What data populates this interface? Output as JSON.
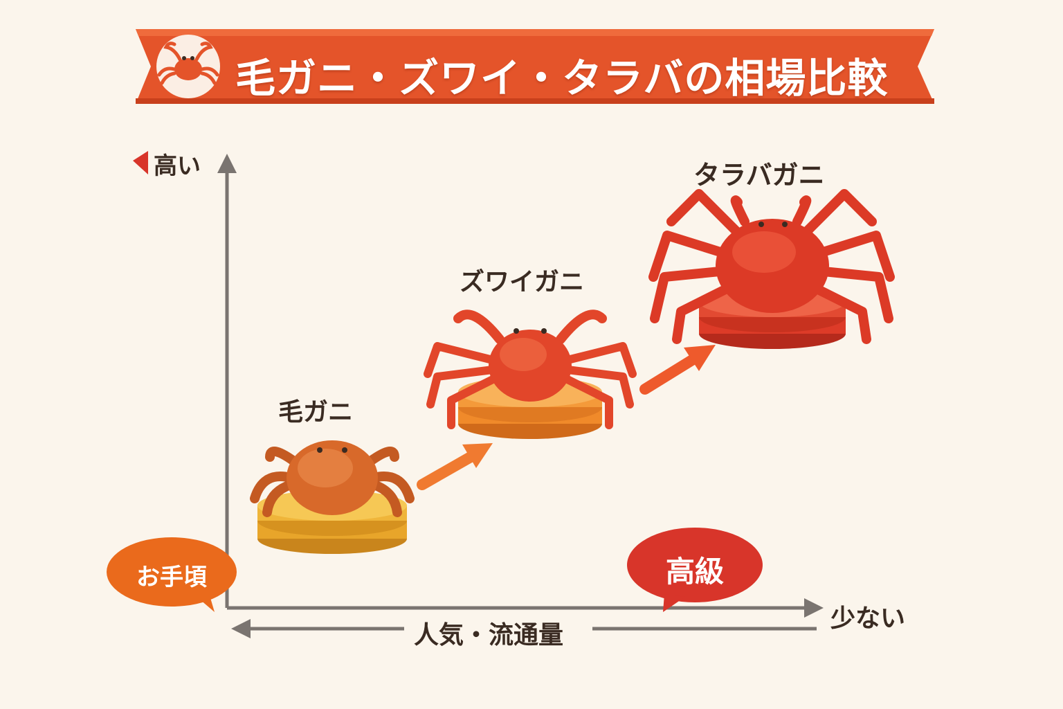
{
  "title": "毛ガニ・ズワイ・タラバの相場比較",
  "y_axis": {
    "top_label": "高い"
  },
  "x_axis": {
    "right_label": "少ない",
    "caption": "人気・流通量"
  },
  "bubbles": {
    "left": "お手頃",
    "right": "高級"
  },
  "items": [
    {
      "name": "毛ガニ",
      "rank": 1
    },
    {
      "name": "ズワイガニ",
      "rank": 2
    },
    {
      "name": "タラバガニ",
      "rank": 3
    }
  ],
  "colors": {
    "banner": "#e4542a",
    "banner_dark": "#c8401c",
    "axis": "#7a7470",
    "arrow": "#ee6a2c",
    "bubble_left": "#ea6a1c",
    "bubble_right": "#d8352a",
    "coin_gold": "#e8a52a",
    "coin_orange": "#f08a2a",
    "coin_red": "#dd3b28",
    "crab_hairy": "#d8692a",
    "crab_snow": "#e2462a",
    "crab_king": "#dc3a26"
  },
  "icons": [
    "crab-icon",
    "triangle-marker-icon"
  ]
}
